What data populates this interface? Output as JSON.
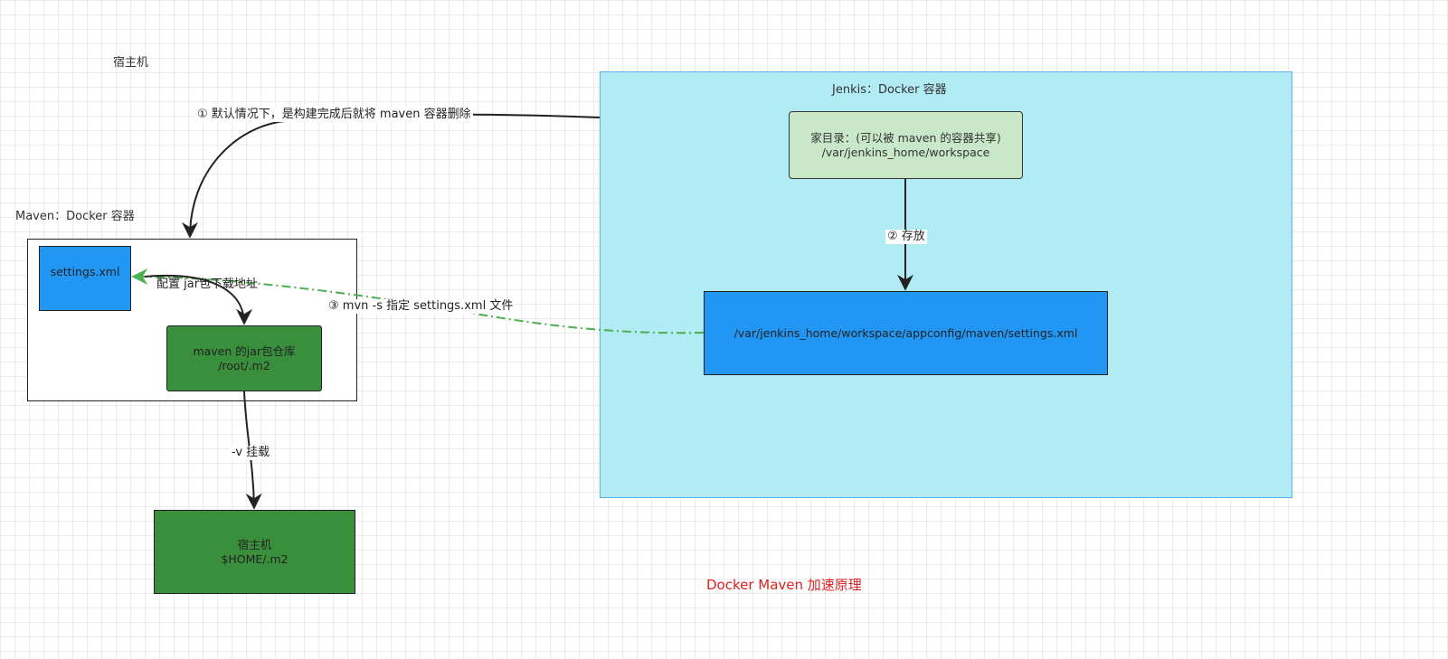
{
  "colors": {
    "jenkins_fill": "#b1ebf3",
    "jenkins_border": "#5ab0e8",
    "home_fill": "#c9e8c9",
    "blue_fill": "#2196f3",
    "green_fill": "#3a8f3c",
    "dash_arrow": "#4caf50",
    "title_red": "#e02020"
  },
  "host": {
    "label": "宿主机"
  },
  "jenkins": {
    "label": "Jenkis：Docker 容器",
    "home": {
      "line1": "家目录：(可以被 maven 的容器共享)",
      "line2": "/var/jenkins_home/workspace"
    },
    "settings_path": "/var/jenkins_home/workspace/appconfig/maven/settings.xml"
  },
  "maven": {
    "label": "Maven：Docker 容器",
    "settings": "settings.xml",
    "repo": {
      "line1": "maven 的jar包仓库",
      "line2": "/root/.m2"
    }
  },
  "host_box": {
    "line1": "宿主机",
    "line2": "$HOME/.m2"
  },
  "edges": {
    "delete_note": "① 默认情况下，是构建完成后就将 maven 容器删除",
    "store": "② 存放",
    "mvn_settings": "③ mvn -s 指定 settings.xml 文件",
    "config_jar": "配置 jar包下载地址",
    "mount": "-v 挂载"
  },
  "title": "Docker Maven 加速原理"
}
